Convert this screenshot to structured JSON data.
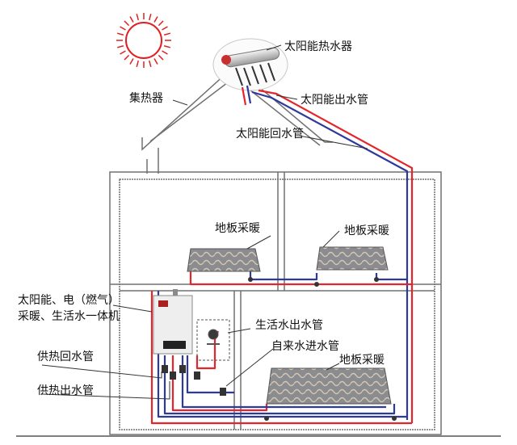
{
  "labels": {
    "solar_heater": "太阳能热水器",
    "collector": "集热器",
    "solar_outlet_pipe": "太阳能出水管",
    "solar_return_pipe": "太阳能回水管",
    "floor_heating_left": "地板采暖",
    "floor_heating_right": "地板采暖",
    "unit_line1": "太阳能、电（燃气）",
    "unit_line2": "采暖、生活水一体机",
    "domestic_outlet_pipe": "生活水出水管",
    "tap_inlet_pipe": "自来水进水管",
    "floor_heating_bottom": "地板采暖",
    "supply_return_pipe": "供热回水管",
    "supply_outlet_pipe": "供热出水管"
  },
  "colors": {
    "hot_pipe": "#e3262b",
    "cold_pipe": "#2d3a9c",
    "wall": "#707070",
    "sun": "#e02020"
  }
}
